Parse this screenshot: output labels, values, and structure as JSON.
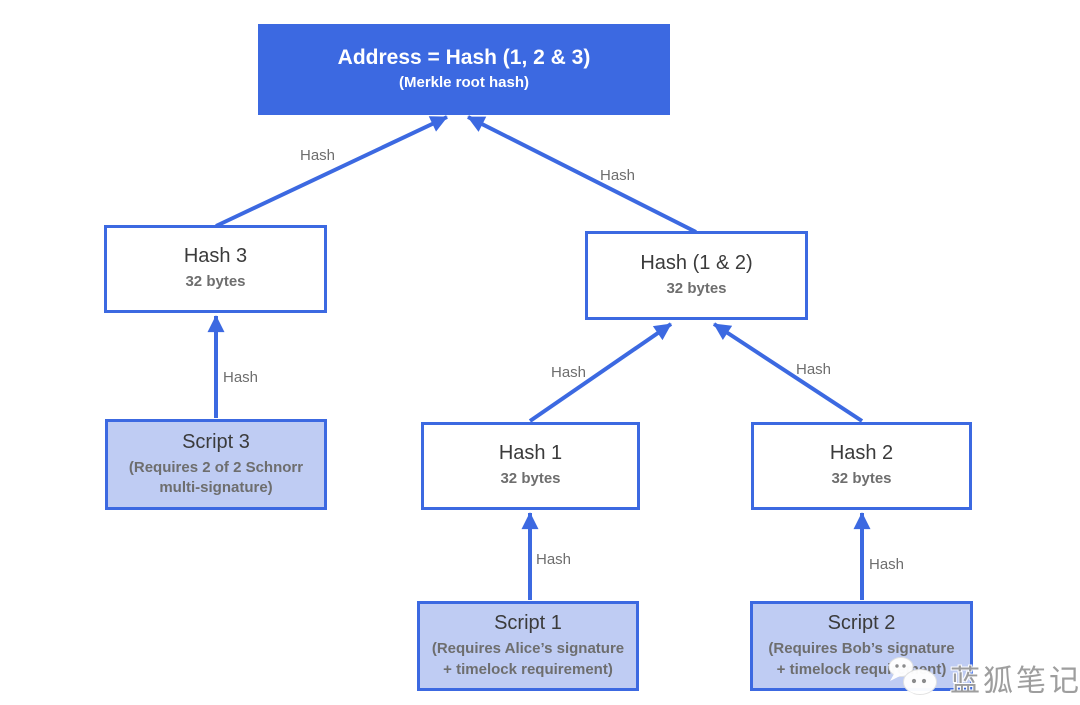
{
  "colors": {
    "accent_blue": "#3c69e1",
    "light_blue_fill": "#bfccf3",
    "node_text": "#3b3b3b",
    "muted_text": "#6e6e6e",
    "root_text": "#ffffff",
    "watermark_gray": "#9b9b9b"
  },
  "nodes": {
    "root": {
      "title": "Address = Hash (1, 2 & 3)",
      "subtitle": "(Merkle root hash)"
    },
    "hash3": {
      "title": "Hash 3",
      "subtitle": "32 bytes"
    },
    "hash12": {
      "title": "Hash (1 & 2)",
      "subtitle": "32 bytes"
    },
    "script3": {
      "title": "Script 3",
      "subtitle": "(Requires 2 of 2 Schnorr multi-signature)"
    },
    "hash1": {
      "title": "Hash 1",
      "subtitle": "32 bytes"
    },
    "hash2": {
      "title": "Hash 2",
      "subtitle": "32 bytes"
    },
    "script1": {
      "title": "Script 1",
      "subtitle": "(Requires Alice’s signature + timelock requirement)"
    },
    "script2": {
      "title": "Script 2",
      "subtitle": "(Requires Bob’s signature + timelock requirement)"
    }
  },
  "edges": [
    {
      "from": "hash3",
      "to": "root",
      "label": "Hash"
    },
    {
      "from": "hash12",
      "to": "root",
      "label": "Hash"
    },
    {
      "from": "script3",
      "to": "hash3",
      "label": "Hash"
    },
    {
      "from": "hash1",
      "to": "hash12",
      "label": "Hash"
    },
    {
      "from": "hash2",
      "to": "hash12",
      "label": "Hash"
    },
    {
      "from": "script1",
      "to": "hash1",
      "label": "Hash"
    },
    {
      "from": "script2",
      "to": "hash2",
      "label": "Hash"
    }
  ],
  "watermark": {
    "icon": "wechat-icon",
    "text": "蓝狐笔记"
  }
}
